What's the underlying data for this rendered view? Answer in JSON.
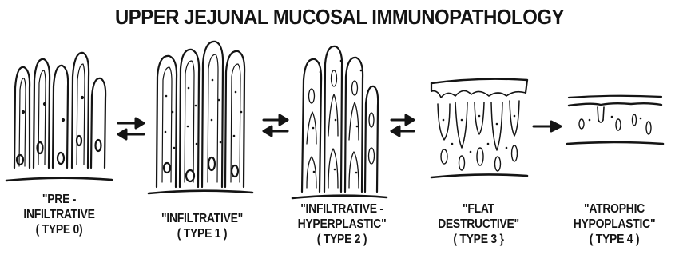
{
  "title": "UPPER JEJUNAL MUCOSAL IMMUNOPATHOLOGY",
  "stages": [
    {
      "lines": [
        "\"PRE -",
        "INFILTRATIVE",
        "( TYPE  0)"
      ],
      "icon": "villi-tall-sparse-cells-icon"
    },
    {
      "lines": [
        "\"INFILTRATIVE\"",
        "( TYPE 1 )"
      ],
      "icon": "villi-tall-dense-cells-icon"
    },
    {
      "lines": [
        "\"INFILTRATIVE -",
        "HYPERPLASTIC\"",
        "( TYPE 2 )"
      ],
      "icon": "villi-hyperplastic-crypts-icon"
    },
    {
      "lines": [
        "\"FLAT",
        "DESTRUCTIVE\"",
        "( TYPE 3 }"
      ],
      "icon": "flat-mucosa-deep-crypts-icon"
    },
    {
      "lines": [
        "\"ATROPHIC",
        "HYPOPLASTIC\"",
        "( TYPE 4 )"
      ],
      "icon": "atrophic-thin-mucosa-icon"
    }
  ],
  "arrows": [
    "reversible-arrow-icon",
    "reversible-arrow-icon",
    "reversible-arrow-icon",
    "forward-arrow-icon"
  ]
}
